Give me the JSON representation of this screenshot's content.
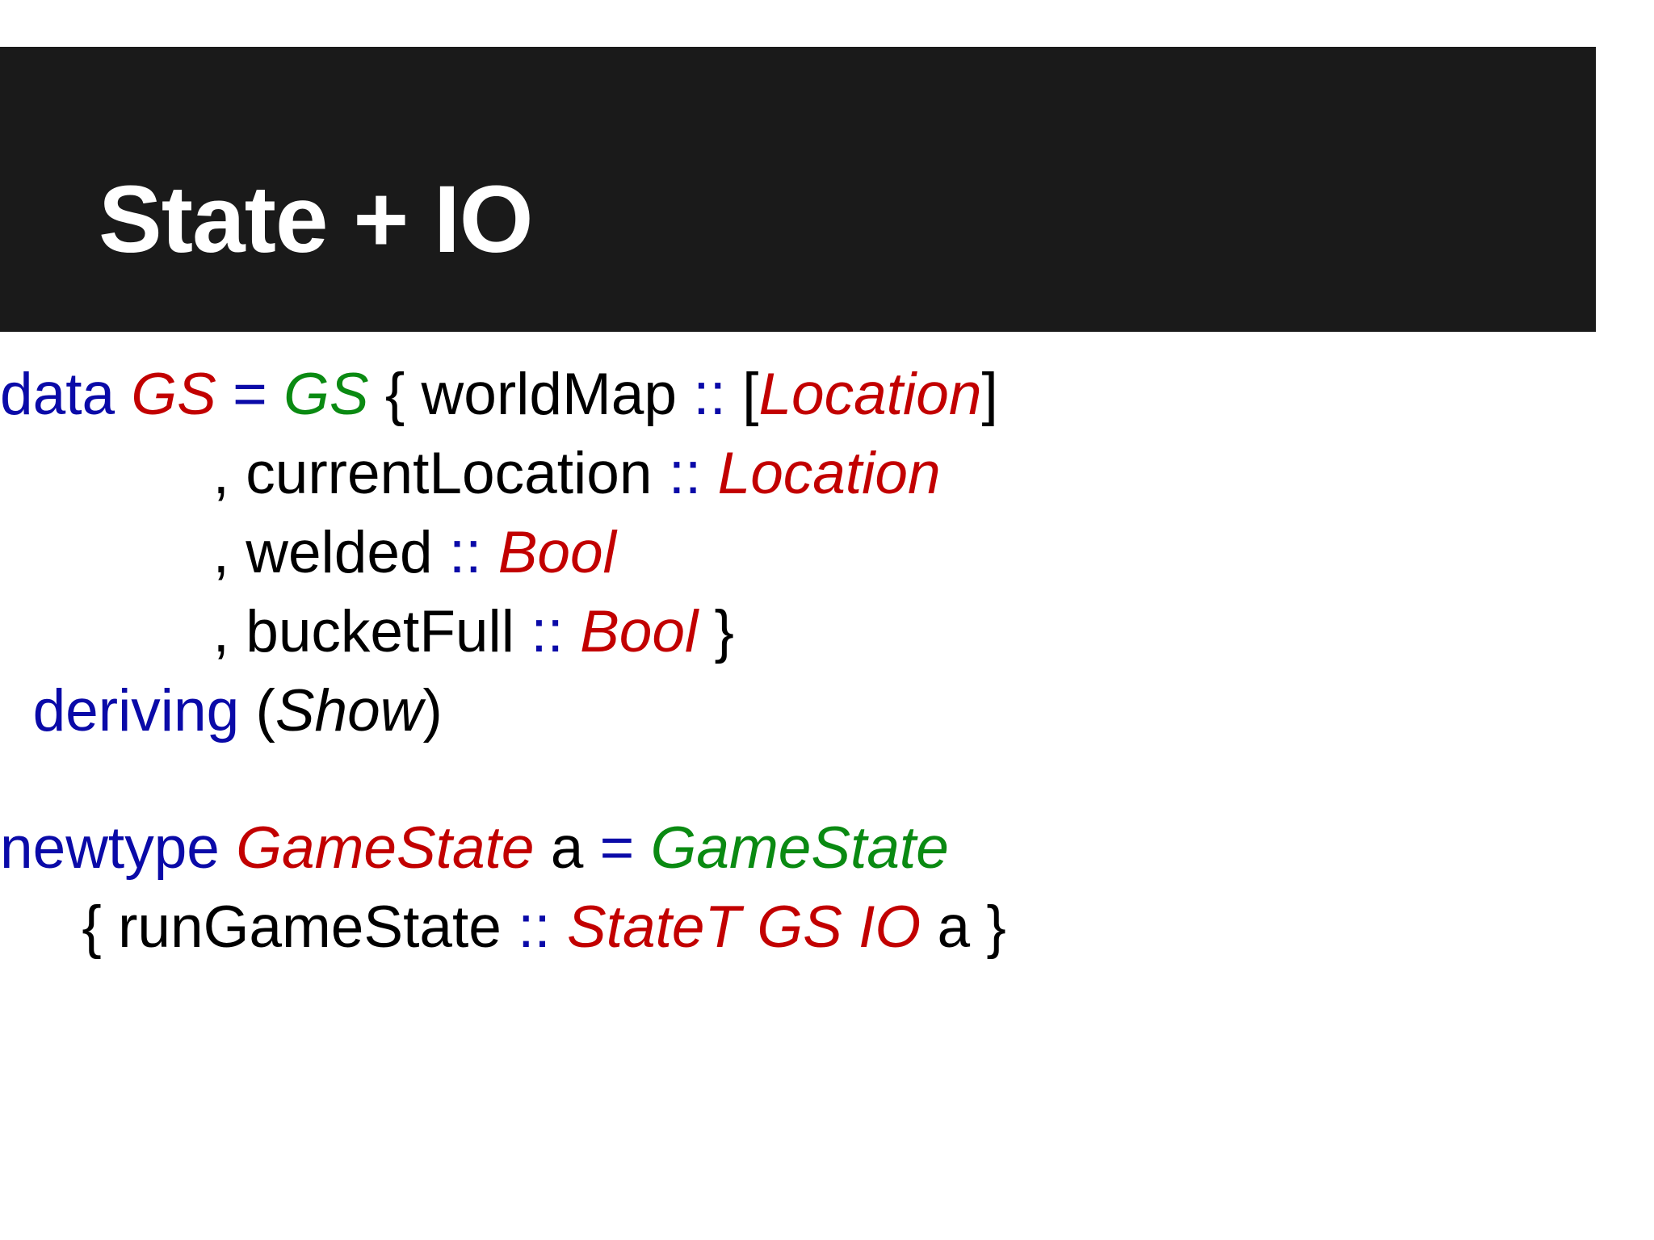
{
  "slide": {
    "title": "State + IO",
    "banner_color": "#1a1a1a",
    "title_color": "#ffffff",
    "background_color": "#ffffff"
  },
  "palette": {
    "keyword_blue": "#0a0aa8",
    "type_red": "#c20000",
    "constructor_green": "#0a8a12",
    "plain_black": "#000000"
  },
  "code": {
    "language": "haskell",
    "plain_text": "data GS = GS { worldMap :: [Location]\n             , currentLocation :: Location\n             , welded :: Bool\n             , bucketFull :: Bool }\n  deriving (Show)\n\nnewtype GameState a = GameState\n     { runGameState :: StateT GS IO a }",
    "lines": [
      {
        "indent": "",
        "tokens": [
          {
            "t": "data",
            "k": "kw"
          },
          {
            "t": " ",
            "k": "pun"
          },
          {
            "t": "GS",
            "k": "typ"
          },
          {
            "t": " ",
            "k": "pun"
          },
          {
            "t": "=",
            "k": "op"
          },
          {
            "t": " ",
            "k": "pun"
          },
          {
            "t": "GS",
            "k": "con"
          },
          {
            "t": " { worldMap ",
            "k": "idn"
          },
          {
            "t": "::",
            "k": "op"
          },
          {
            "t": " [",
            "k": "pun"
          },
          {
            "t": "Location",
            "k": "typ"
          },
          {
            "t": "]",
            "k": "pun"
          }
        ]
      },
      {
        "indent": "             ",
        "tokens": [
          {
            "t": ", currentLocation ",
            "k": "idn"
          },
          {
            "t": "::",
            "k": "op"
          },
          {
            "t": " ",
            "k": "pun"
          },
          {
            "t": "Location",
            "k": "typ"
          }
        ]
      },
      {
        "indent": "             ",
        "tokens": [
          {
            "t": ", welded ",
            "k": "idn"
          },
          {
            "t": "::",
            "k": "op"
          },
          {
            "t": " ",
            "k": "pun"
          },
          {
            "t": "Bool",
            "k": "typ"
          }
        ]
      },
      {
        "indent": "             ",
        "tokens": [
          {
            "t": ", bucketFull ",
            "k": "idn"
          },
          {
            "t": "::",
            "k": "op"
          },
          {
            "t": " ",
            "k": "pun"
          },
          {
            "t": "Bool",
            "k": "typ"
          },
          {
            "t": " }",
            "k": "pun"
          }
        ]
      },
      {
        "indent": "  ",
        "tokens": [
          {
            "t": "deriving",
            "k": "kw"
          },
          {
            "t": " (",
            "k": "pun"
          },
          {
            "t": "Show",
            "k": "itb"
          },
          {
            "t": ")",
            "k": "pun"
          }
        ]
      },
      {
        "indent": "",
        "blank": true,
        "tokens": []
      },
      {
        "indent": "",
        "tokens": [
          {
            "t": "newtype",
            "k": "kw"
          },
          {
            "t": " ",
            "k": "pun"
          },
          {
            "t": "GameState",
            "k": "typ"
          },
          {
            "t": " a ",
            "k": "idn"
          },
          {
            "t": "=",
            "k": "op"
          },
          {
            "t": " ",
            "k": "pun"
          },
          {
            "t": "GameState",
            "k": "con"
          }
        ]
      },
      {
        "indent": "     ",
        "tokens": [
          {
            "t": "{ runGameState ",
            "k": "idn"
          },
          {
            "t": "::",
            "k": "op"
          },
          {
            "t": " ",
            "k": "pun"
          },
          {
            "t": "StateT GS IO",
            "k": "typ"
          },
          {
            "t": " a }",
            "k": "idn"
          }
        ]
      }
    ]
  }
}
